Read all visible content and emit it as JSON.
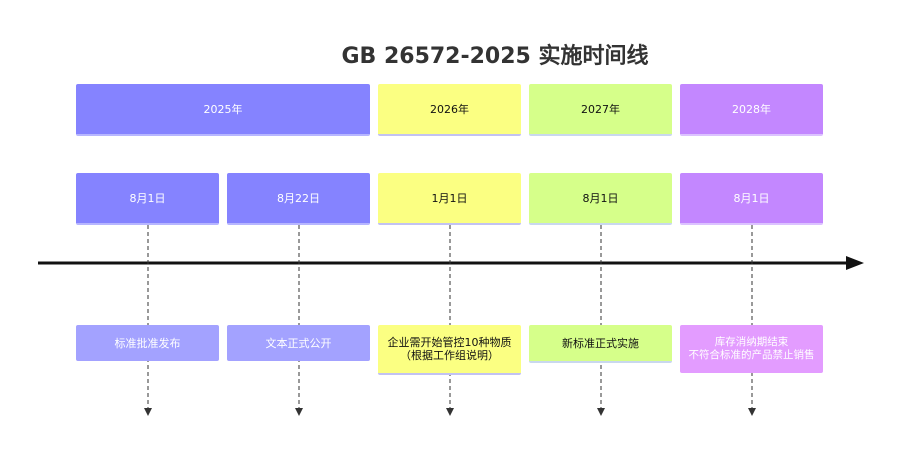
{
  "title": "GB 26572-2025 实施时间线",
  "sections": [
    {
      "label": "2025年"
    },
    {
      "label": "2026年"
    },
    {
      "label": "2027年"
    },
    {
      "label": "2028年"
    }
  ],
  "events": [
    {
      "date": "8月1日",
      "text": "标准批准发布"
    },
    {
      "date": "8月22日",
      "text": "文本正式公开"
    },
    {
      "date": "1月1日",
      "text": "企业需开始管控10种物质\n（根据工作组说明）"
    },
    {
      "date": "8月1日",
      "text": "新标准正式实施"
    },
    {
      "date": "8月1日",
      "text": "库存消纳期结束\n不符合标准的产品禁止销售"
    }
  ],
  "colors": {
    "2025": "#8583ff",
    "2026": "#fbff82",
    "2027": "#d6ff8a",
    "2028": "#c387ff",
    "axis": "#111111"
  }
}
